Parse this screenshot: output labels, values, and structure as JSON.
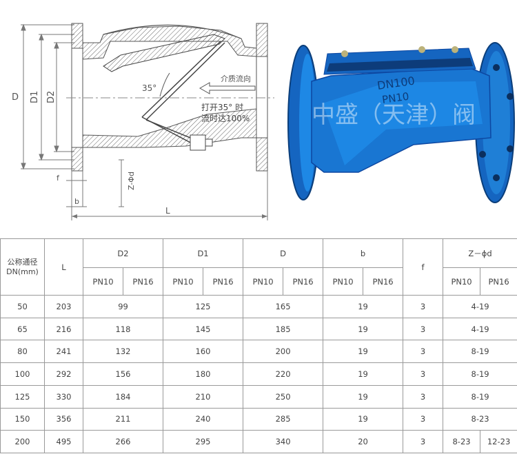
{
  "drawing": {
    "dim_labels": {
      "D": "D",
      "D1": "D1",
      "D2": "D2",
      "f": "f",
      "b": "b",
      "zd": "Z-Φd",
      "L": "L"
    },
    "angle_label": "35°",
    "flow_label": "介质流向",
    "note_line1": "打开35° 时",
    "note_line2": "流时达100%"
  },
  "photo": {
    "watermark": "中盛（天津）阀",
    "body_cast_text": "DN100",
    "body_cast_text2": "PN10"
  },
  "table": {
    "headers": {
      "dn": "公称通径",
      "dn_unit": "DN(mm)",
      "L": "L",
      "D2": "D2",
      "D1": "D1",
      "D": "D",
      "b": "b",
      "f": "f",
      "zd": "Z－ϕd"
    },
    "pn10": "PN10",
    "pn16": "PN16",
    "rows": [
      {
        "dn": "50",
        "L": "203",
        "D2": "99",
        "D1": "125",
        "D": "165",
        "b": "19",
        "f": "3",
        "zd": "4-19"
      },
      {
        "dn": "65",
        "L": "216",
        "D2": "118",
        "D1": "145",
        "D": "185",
        "b": "19",
        "f": "3",
        "zd": "4-19"
      },
      {
        "dn": "80",
        "L": "241",
        "D2": "132",
        "D1": "160",
        "D": "200",
        "b": "19",
        "f": "3",
        "zd": "8-19"
      },
      {
        "dn": "100",
        "L": "292",
        "D2": "156",
        "D1": "180",
        "D": "220",
        "b": "19",
        "f": "3",
        "zd": "8-19"
      },
      {
        "dn": "125",
        "L": "330",
        "D2": "184",
        "D1": "210",
        "D": "250",
        "b": "19",
        "f": "3",
        "zd": "8-19"
      },
      {
        "dn": "150",
        "L": "356",
        "D2": "211",
        "D1": "240",
        "D": "285",
        "b": "19",
        "f": "3",
        "zd": "8-23"
      },
      {
        "dn": "200",
        "L": "495",
        "D2": "266",
        "D1": "295",
        "D": "340",
        "b": "20",
        "f": "3",
        "zd_pn10": "8-23",
        "zd_pn16": "12-23"
      }
    ]
  }
}
